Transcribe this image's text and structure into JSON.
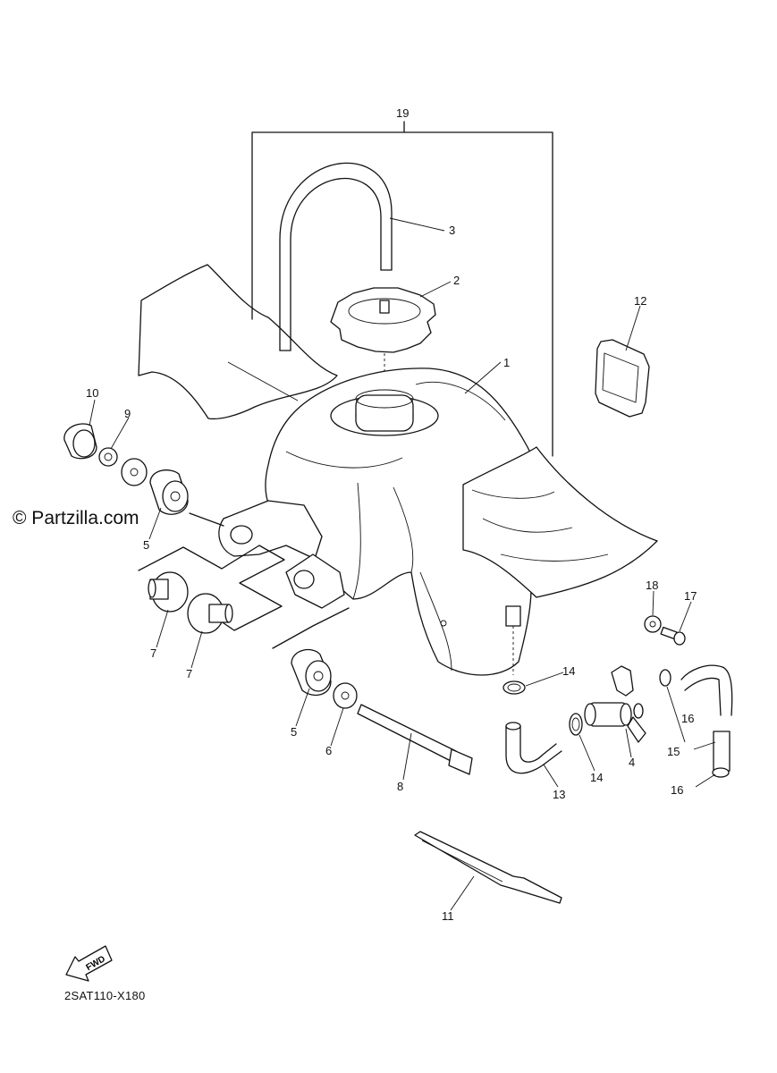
{
  "watermark": "© Partzilla.com",
  "diagram_code": "2SAT110-X180",
  "fwd_arrow_label": "FWD",
  "callouts": [
    "1",
    "2",
    "3",
    "4",
    "5",
    "5",
    "6",
    "7",
    "7",
    "8",
    "9",
    "10",
    "11",
    "12",
    "13",
    "14",
    "14",
    "15",
    "16",
    "16",
    "17",
    "18",
    "19"
  ]
}
